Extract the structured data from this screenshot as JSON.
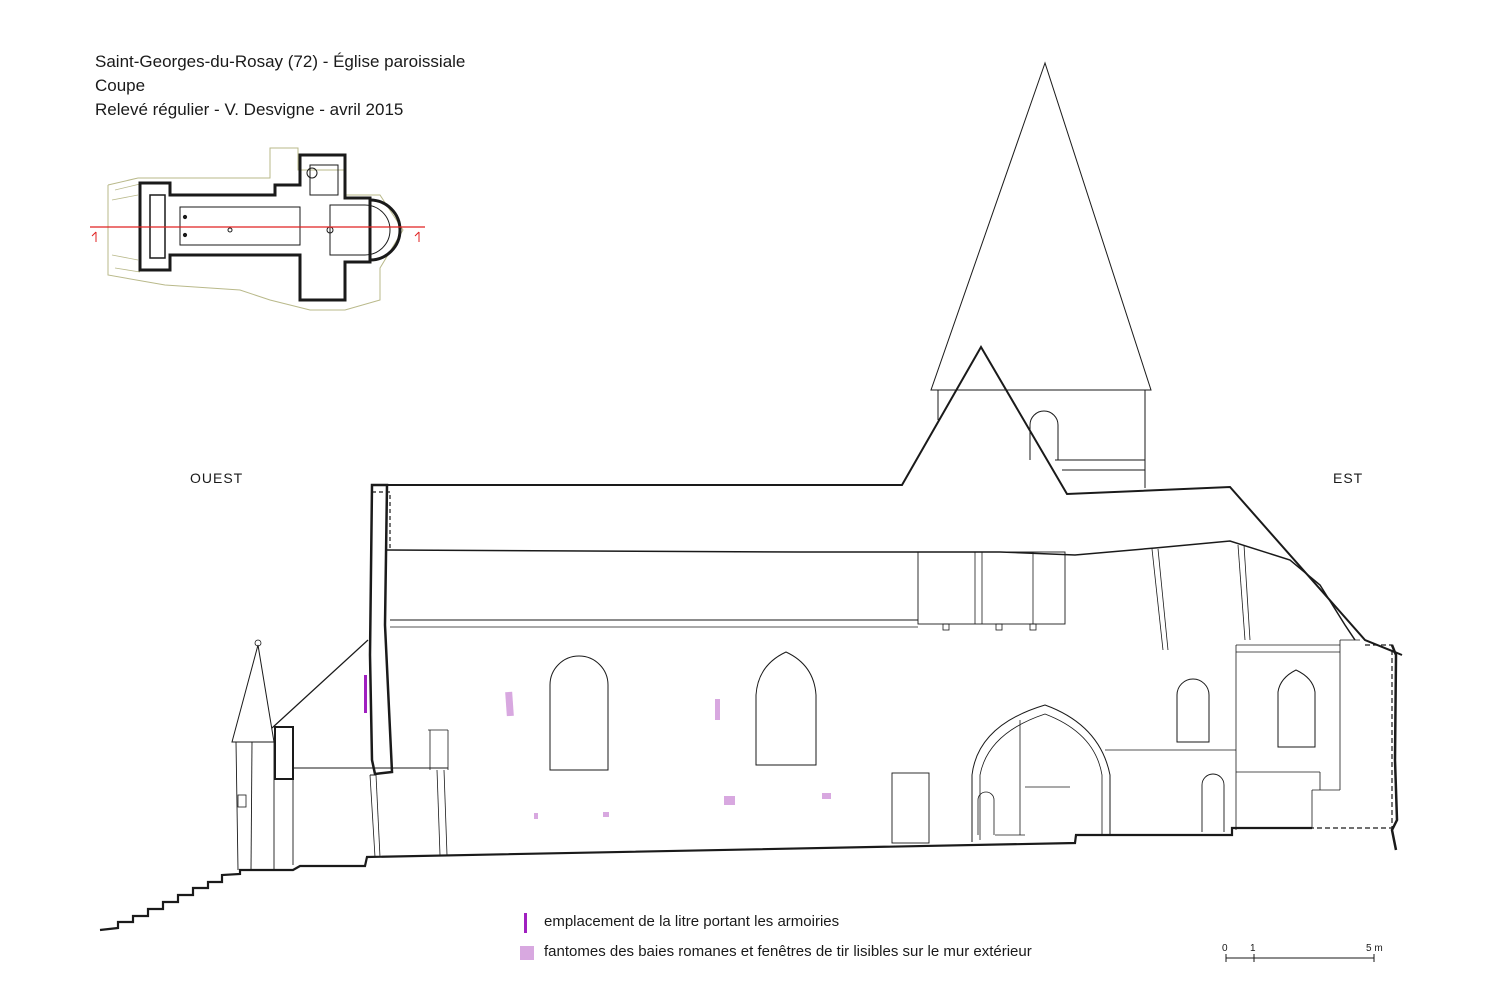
{
  "title": {
    "line1": "Saint-Georges-du-Rosay (72) - Église paroissiale",
    "line2": "Coupe",
    "line3": "Relevé régulier - V. Desvigne - avril 2015"
  },
  "orientation": {
    "west": "OUEST",
    "east": "EST"
  },
  "legend": [
    {
      "label": "emplacement de la litre portant les armoiries",
      "color": "#a020c0"
    },
    {
      "label": "fantomes des baies romanes et fenêtres de tir lisibles sur le mur extérieur",
      "color": "#d8a8e0"
    }
  ],
  "scale": {
    "labels": [
      "0",
      "1",
      "5 m"
    ]
  },
  "colors": {
    "section_line": "#e02020",
    "line": "#1a1a1a",
    "plan_outline": "#b9b98a"
  }
}
